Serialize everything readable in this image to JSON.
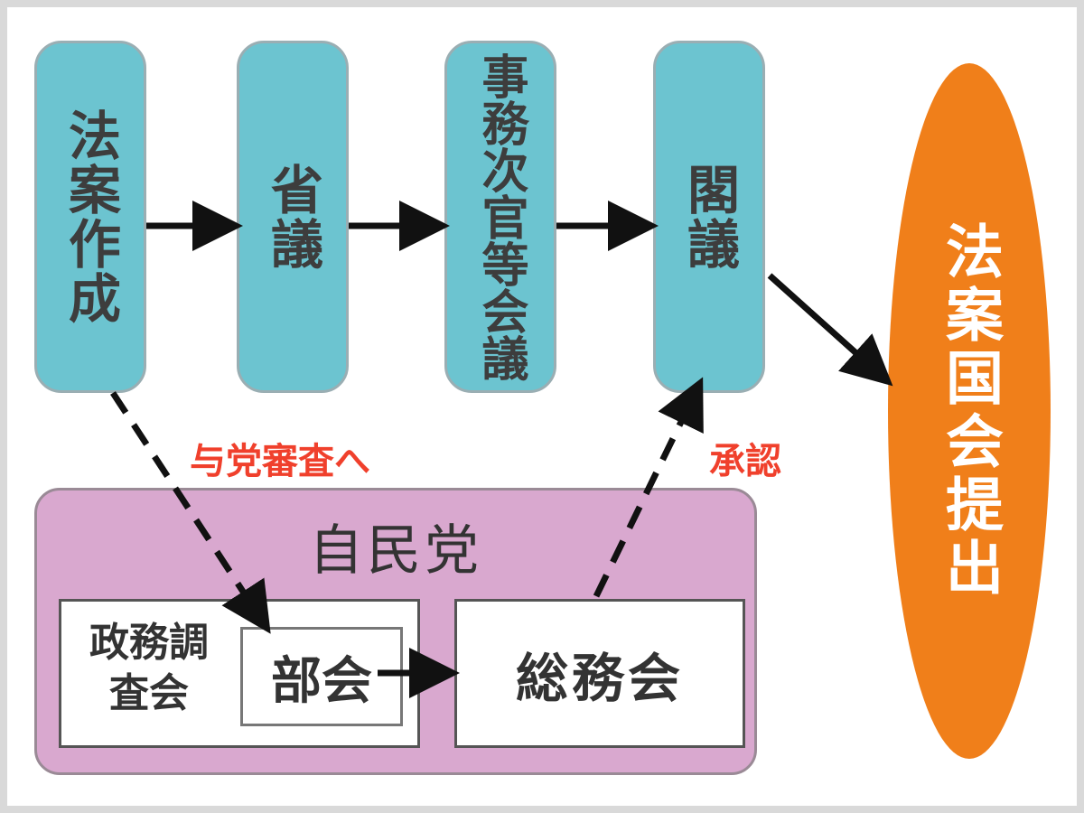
{
  "stages": [
    {
      "label": "法案作成"
    },
    {
      "label": "省議"
    },
    {
      "label": "事務次官等会議"
    },
    {
      "label": "閣議"
    }
  ],
  "final": {
    "label": "法案国会提出"
  },
  "party": {
    "title": "自民党",
    "seichokai": "政務調査会",
    "bukai": "部会",
    "somukai": "総務会"
  },
  "labels": {
    "to_party": "与党審査へ",
    "approval": "承認"
  },
  "colors": {
    "stage_fill": "#6cc4d0",
    "party_fill": "#d9a8cf",
    "final_fill": "#f07f1a",
    "label_red": "#f0402c"
  }
}
